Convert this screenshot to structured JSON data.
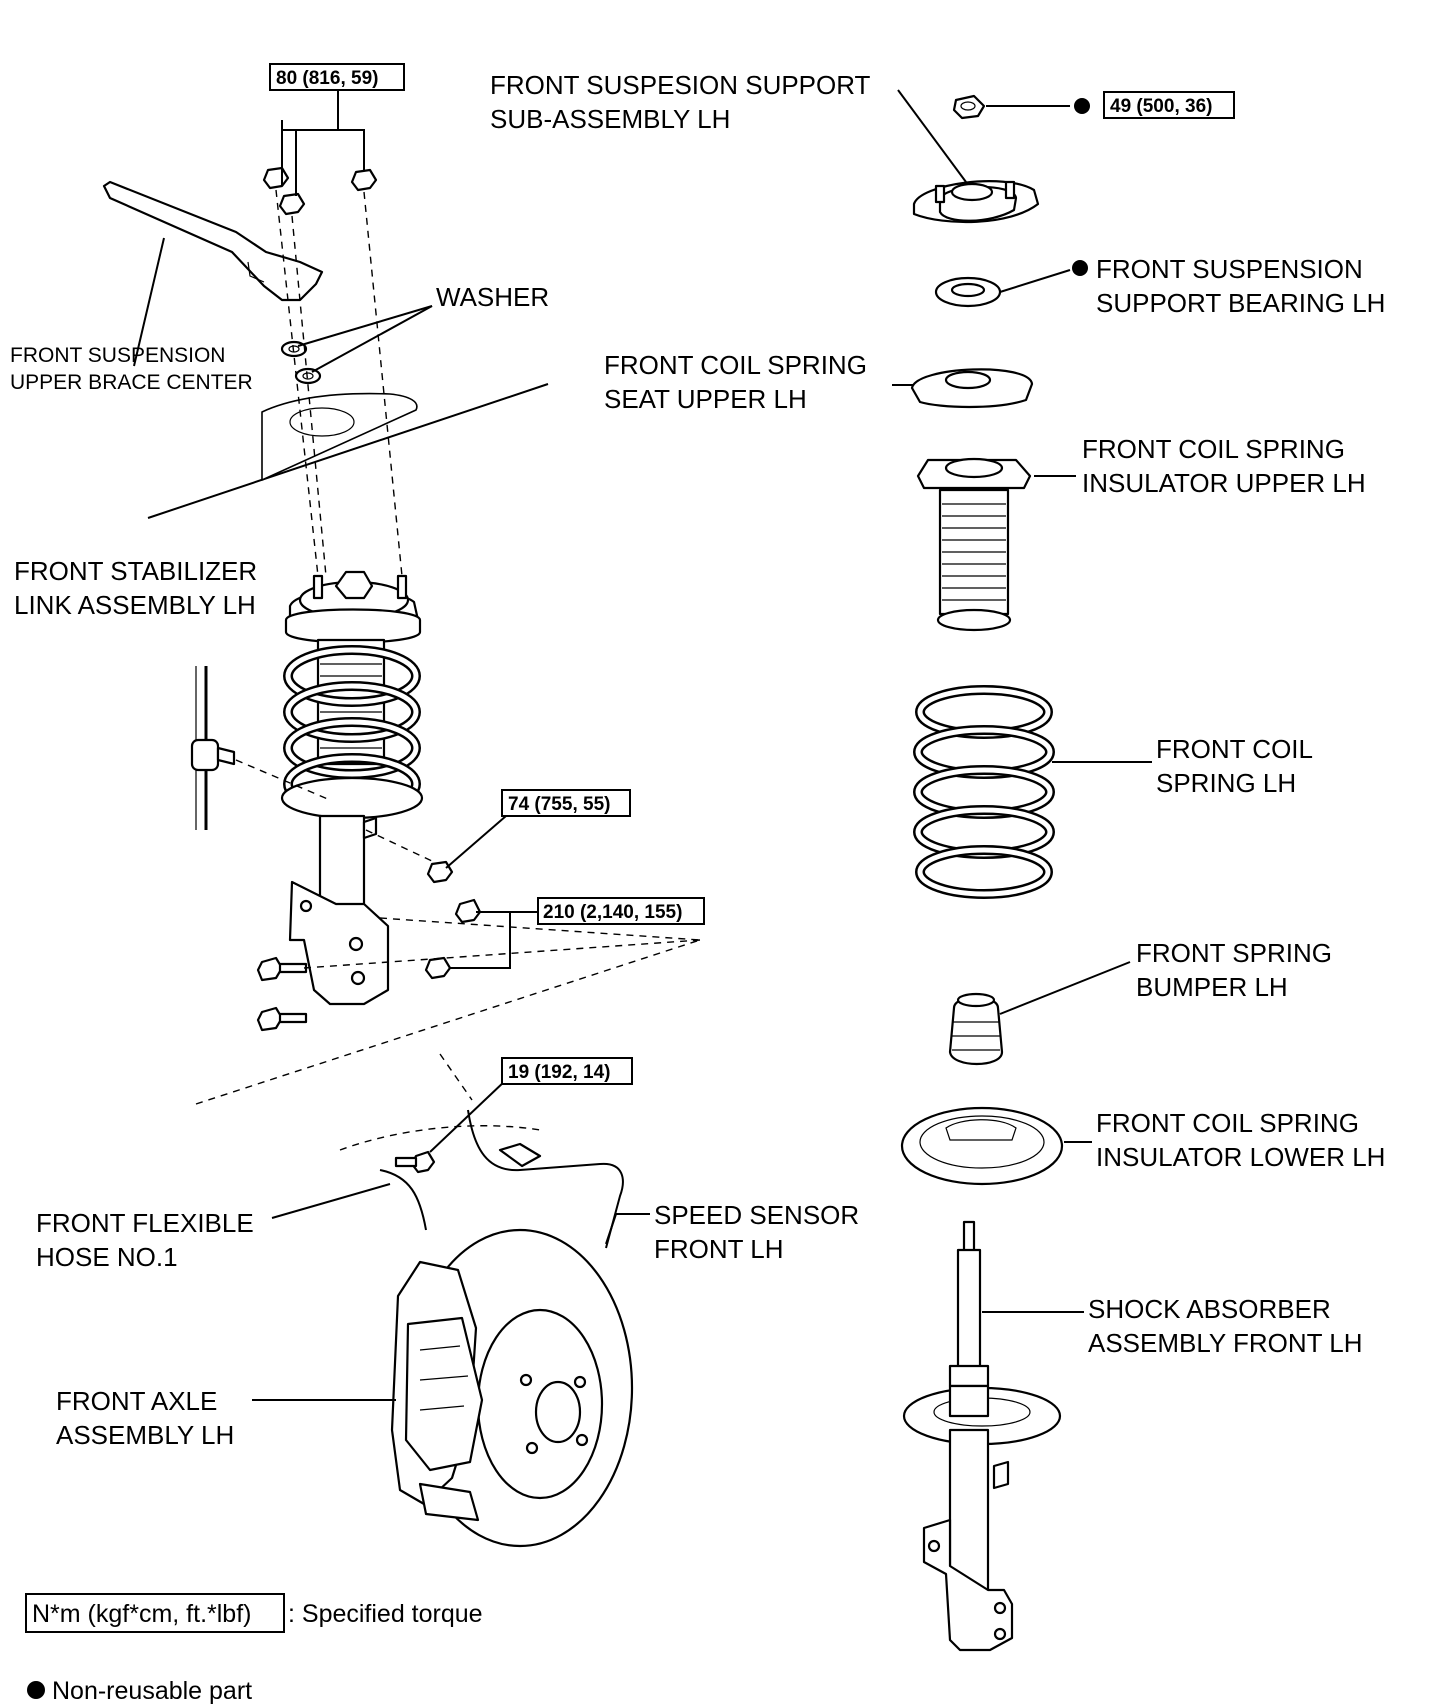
{
  "labels": {
    "support_sub_assembly": [
      "FRONT SUSPESION SUPPORT",
      "SUB-ASSEMBLY LH"
    ],
    "support_bearing": [
      "FRONT SUSPENSION",
      "SUPPORT BEARING LH"
    ],
    "spring_seat_upper": [
      "FRONT COIL SPRING",
      "SEAT UPPER LH"
    ],
    "insulator_upper": [
      "FRONT COIL SPRING",
      "INSULATOR UPPER LH"
    ],
    "coil_spring": [
      "FRONT COIL",
      "SPRING LH"
    ],
    "spring_bumper": [
      "FRONT SPRING",
      "BUMPER LH"
    ],
    "insulator_lower": [
      "FRONT COIL SPRING",
      "INSULATOR LOWER LH"
    ],
    "shock_absorber": [
      "SHOCK ABSORBER",
      "ASSEMBLY FRONT LH"
    ],
    "washer": "WASHER",
    "upper_brace": [
      "FRONT SUSPENSION",
      "UPPER BRACE CENTER"
    ],
    "stabilizer_link": [
      "FRONT STABILIZER",
      "LINK ASSEMBLY LH"
    ],
    "flexible_hose": [
      "FRONT FLEXIBLE",
      "HOSE NO.1"
    ],
    "speed_sensor": [
      "SPEED SENSOR",
      "FRONT LH"
    ],
    "front_axle": [
      "FRONT AXLE",
      "ASSEMBLY LH"
    ]
  },
  "torques": {
    "brace_nuts": "80 (816, 59)",
    "support_nut": "49 (500, 36)",
    "stabilizer_nut": "74 (755, 55)",
    "knuckle_bolts": "210 (2,140, 155)",
    "sensor_bolt": "19 (192, 14)"
  },
  "legend": {
    "torque_unit": "N*m (kgf*cm, ft.*lbf)",
    "torque_desc": ": Specified torque",
    "non_reusable": "Non-reusable part"
  }
}
